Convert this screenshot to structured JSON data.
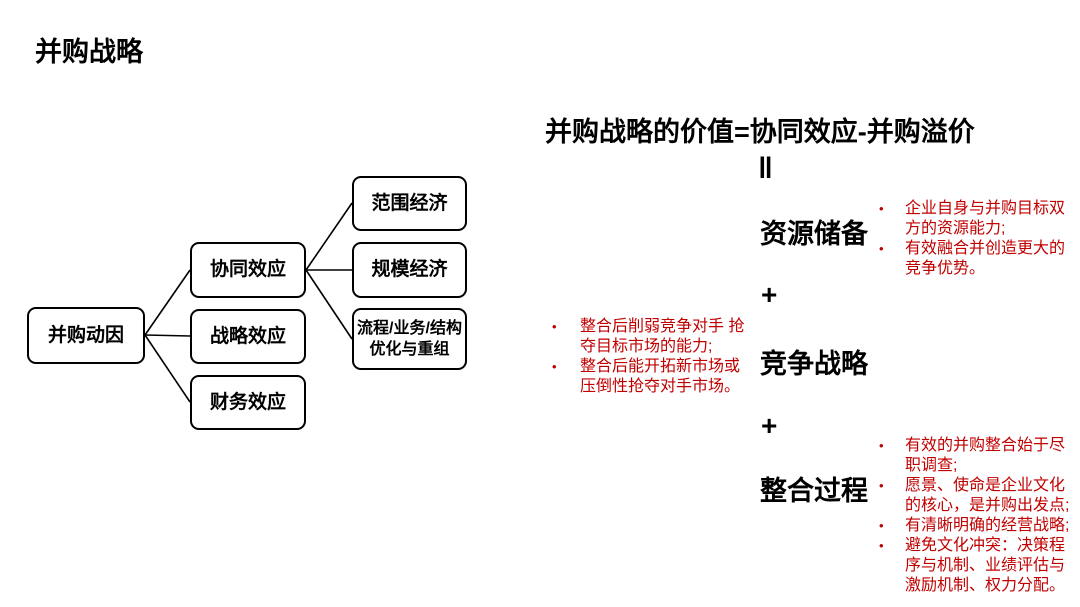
{
  "slide": {
    "title": "并购战略"
  },
  "colors": {
    "note_red": "#C00000",
    "text_black": "#000000",
    "background": "#ffffff"
  },
  "ui": {
    "bullet": "•"
  },
  "diagram": {
    "nodes": [
      {
        "id": "motive",
        "label": "并购动因"
      },
      {
        "id": "synergy",
        "label": "协同效应"
      },
      {
        "id": "strategic",
        "label": "战略效应"
      },
      {
        "id": "financial",
        "label": "财务效应"
      },
      {
        "id": "scope",
        "label": "范围经济"
      },
      {
        "id": "scale",
        "label": "规模经济"
      },
      {
        "id": "process",
        "label": "流程/业务/结构优化与重组"
      }
    ],
    "edges": [
      [
        "并购动因",
        "协同效应"
      ],
      [
        "并购动因",
        "战略效应"
      ],
      [
        "并购动因",
        "财务效应"
      ],
      [
        "协同效应",
        "范围经济"
      ],
      [
        "协同效应",
        "规模经济"
      ],
      [
        "协同效应",
        "流程/业务/结构优化与重组"
      ]
    ]
  },
  "formula": {
    "title": "并购战略的价值=协同效应-并购溢价",
    "equals_symbol": "‖",
    "plus_symbol": "+",
    "terms": [
      {
        "label": "资源储备",
        "notes_side": "right",
        "notes": [
          "企业自身与并购目标双方的资源能力;",
          "有效融合并创造更大的竞争优势。"
        ]
      },
      {
        "label": "竞争战略",
        "notes_side": "left",
        "notes": [
          "整合后削弱竞争对手 抢夺目标市场的能力;",
          "整合后能开拓新市场或压倒性抢夺对手市场。"
        ]
      },
      {
        "label": "整合过程",
        "notes_side": "right",
        "notes": [
          "有效的并购整合始于尽职调查;",
          "愿景、使命是企业文化的核心，是并购出发点;",
          "有清晰明确的经营战略;",
          "避免文化冲突：决策程序与机制、业绩评估与激励机制、权力分配。"
        ]
      }
    ]
  }
}
